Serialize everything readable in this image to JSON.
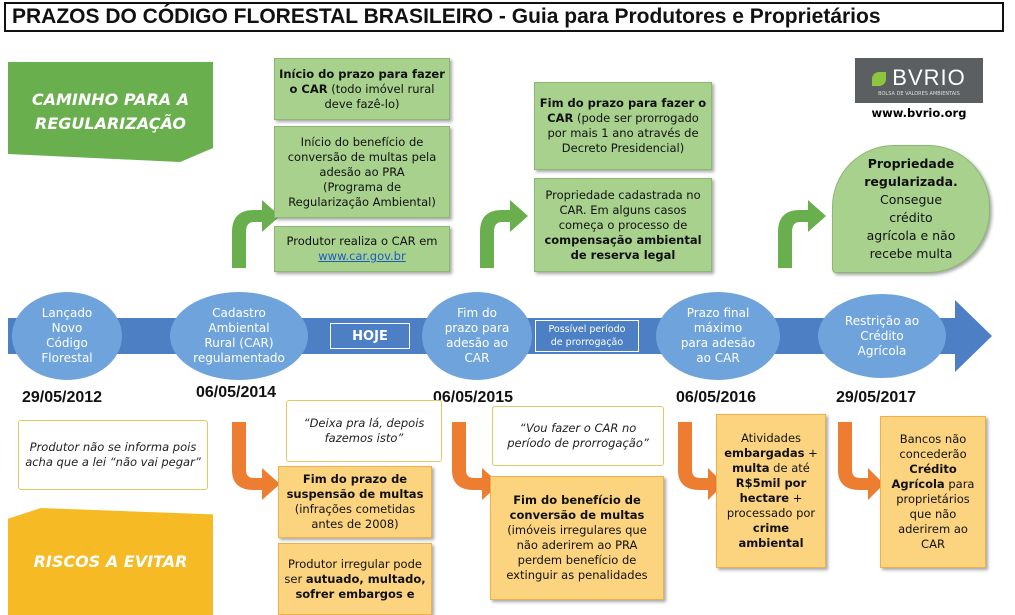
{
  "title": "PRAZOS DO CÓDIGO FLORESTAL BRASILEIRO - Guia para Produtores e Proprietários",
  "banners": {
    "path_line1": "CAMINHO PARA A",
    "path_line2": "REGULARIZAÇÃO",
    "risks": "RISCOS A EVITAR"
  },
  "logo": {
    "text": "BVRIO",
    "sub": "BOLSA DE VALORES AMBIENTAIS",
    "url": "www.bvrio.org"
  },
  "timeline": {
    "hoje": "HOJE",
    "periodo_line1": "Possível período",
    "periodo_line2": "de prorrogação",
    "milestones": [
      {
        "lines": [
          "Lançado",
          "Novo",
          "Código",
          "Florestal"
        ],
        "date": "29/05/2012"
      },
      {
        "lines": [
          "Cadastro",
          "Ambiental",
          "Rural (CAR)",
          "regulamentado"
        ],
        "date": "06/05/2014"
      },
      {
        "lines": [
          "Fim do",
          "prazo para",
          "adesão ao",
          "CAR"
        ],
        "date": "06/05/2015"
      },
      {
        "lines": [
          "Prazo final",
          "máximo",
          "para adesão",
          "ao CAR"
        ],
        "date": "06/05/2016"
      },
      {
        "lines": [
          "Restrição ao",
          "Crédito",
          "Agrícola"
        ],
        "date": "29/05/2017"
      }
    ]
  },
  "green": {
    "g1": {
      "b": "Início do prazo para fazer o CAR",
      "r": " (todo imóvel rural deve fazê-lo)"
    },
    "g2": {
      "l1": "Início do benefício de",
      "l2": "conversão de multas pela",
      "l3": "adesão ao PRA",
      "l4": "(Programa de",
      "l5": "Regularização Ambiental)"
    },
    "g3": {
      "t": "Produtor realiza o CAR em",
      "link": "www.car.gov.br"
    },
    "g4": {
      "b": "Fim do prazo para fazer o CAR",
      "r": " (pode ser prorrogado por mais 1 ano através de Decreto Presidencial)"
    },
    "g5": {
      "r": "Propriedade cadastrada no CAR. Em alguns casos começa o processo de ",
      "b": "compensação ambiental de reserva legal"
    },
    "final": {
      "b1": "Propriedade",
      "b2": "regularizada.",
      "l1": "Consegue",
      "l2": "crédito",
      "l3": "agrícola e não",
      "l4": "recebe multa"
    }
  },
  "risks": {
    "s1": "Produtor não se informa pois acha que a lei “não vai pegar”",
    "s2": "“Deixa pra lá, depois fazemos isto”",
    "s3": "“Vou fazer o CAR no período de prorrogação”",
    "o1": {
      "b": "Fim do prazo de suspensão de multas",
      "r": " (infrações cometidas antes de 2008)"
    },
    "o2": {
      "r1": "Produtor irregular pode ser ",
      "b1": "autuado, multado, sofrer embargos e"
    },
    "o3": {
      "b": "Fim do benefício de conversão de multas",
      "r": " (imóveis irregulares que não aderirem ao PRA perdem benefício de extinguir as penalidades"
    },
    "o4": {
      "r1": "Atividades ",
      "b1": "embargadas",
      "r2": " + ",
      "b2": "multa",
      "r3": " de até ",
      "b3": "R$5mil por hectare",
      "r4": " + processado por ",
      "b4": "crime ambiental"
    },
    "o5": {
      "r1": "Bancos não concederão ",
      "b1": "Crédito Agrícola",
      "r2": " para proprietários que não aderirem ao CAR"
    }
  },
  "colors": {
    "green": "#a9d18e",
    "orange": "#fcd47f",
    "blue": "#6fa3db",
    "arrow_green": "#6aaf4e",
    "arrow_orange": "#ed7d31"
  }
}
